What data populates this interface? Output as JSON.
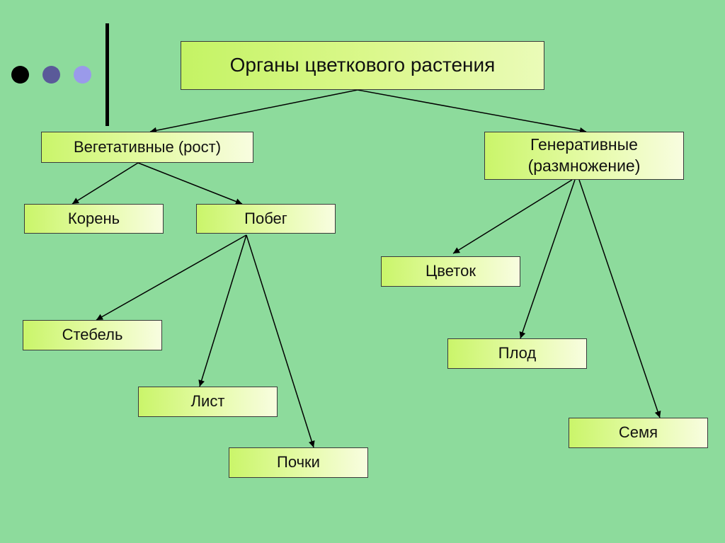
{
  "decor": {
    "dot_colors": [
      "#000000",
      "#5a5a99",
      "#9a9aea"
    ]
  },
  "diagram": {
    "root": "Органы цветкового растения",
    "vegetative": "Вегетативные (рост)",
    "generative": "Генеративные\n(размножение)",
    "root_organ": "Корень",
    "shoot": "Побег",
    "stem": "Стебель",
    "leaf": "Лист",
    "buds": "Почки",
    "flower": "Цветок",
    "fruit": "Плод",
    "seed": "Семя"
  }
}
